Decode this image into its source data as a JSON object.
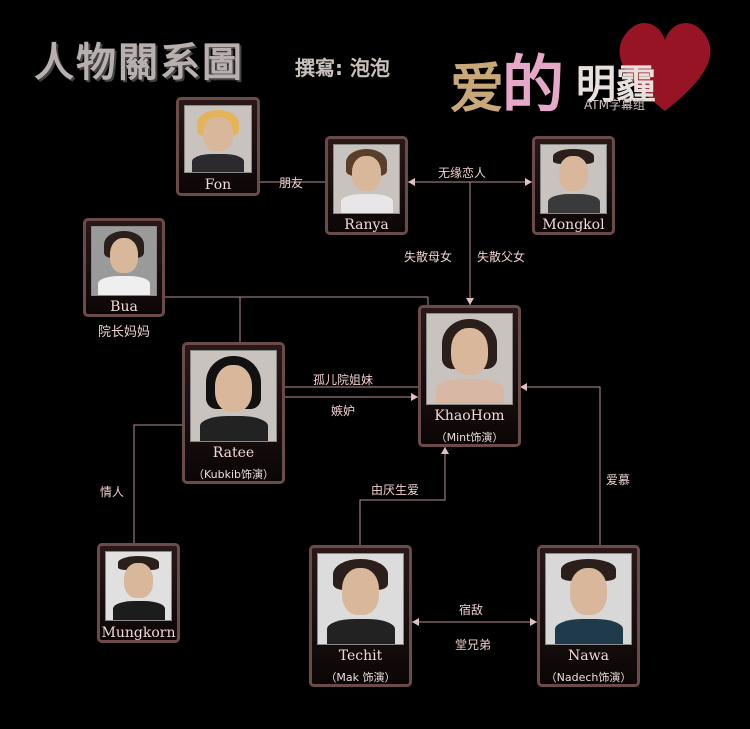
{
  "header": {
    "title": "人物關系圖",
    "author": "撰寫: 泡泡"
  },
  "logo": {
    "part1": "爱",
    "part2": "的",
    "part3": "明霾",
    "sub": "ATM字幕组"
  },
  "characters": {
    "fon": {
      "name": "Fon"
    },
    "ranya": {
      "name": "Ranya"
    },
    "mongkol": {
      "name": "Mongkol"
    },
    "bua": {
      "name": "Bua",
      "note": "院长妈妈"
    },
    "khaohom": {
      "name": "KhaoHom",
      "actor": "（Mint饰演）"
    },
    "ratee": {
      "name": "Ratee",
      "actor": "（Kubkib饰演）"
    },
    "mungkorn": {
      "name": "Mungkorn"
    },
    "techit": {
      "name": "Techit",
      "actor": "（Mak 饰演）"
    },
    "nawa": {
      "name": "Nawa",
      "actor": "（Nadech饰演）"
    }
  },
  "relations": {
    "fon_ranya": "朋友",
    "ranya_mongkol": "无缘恋人",
    "lost_mother": "失散母女",
    "lost_father": "失散父女",
    "orphan_sisters": "孤儿院姐妹",
    "jealousy": "嫉妒",
    "lovers": "情人",
    "hate_to_love": "由厌生爱",
    "admire": "爱慕",
    "enemies": "宿敌",
    "cousins": "堂兄弟"
  }
}
